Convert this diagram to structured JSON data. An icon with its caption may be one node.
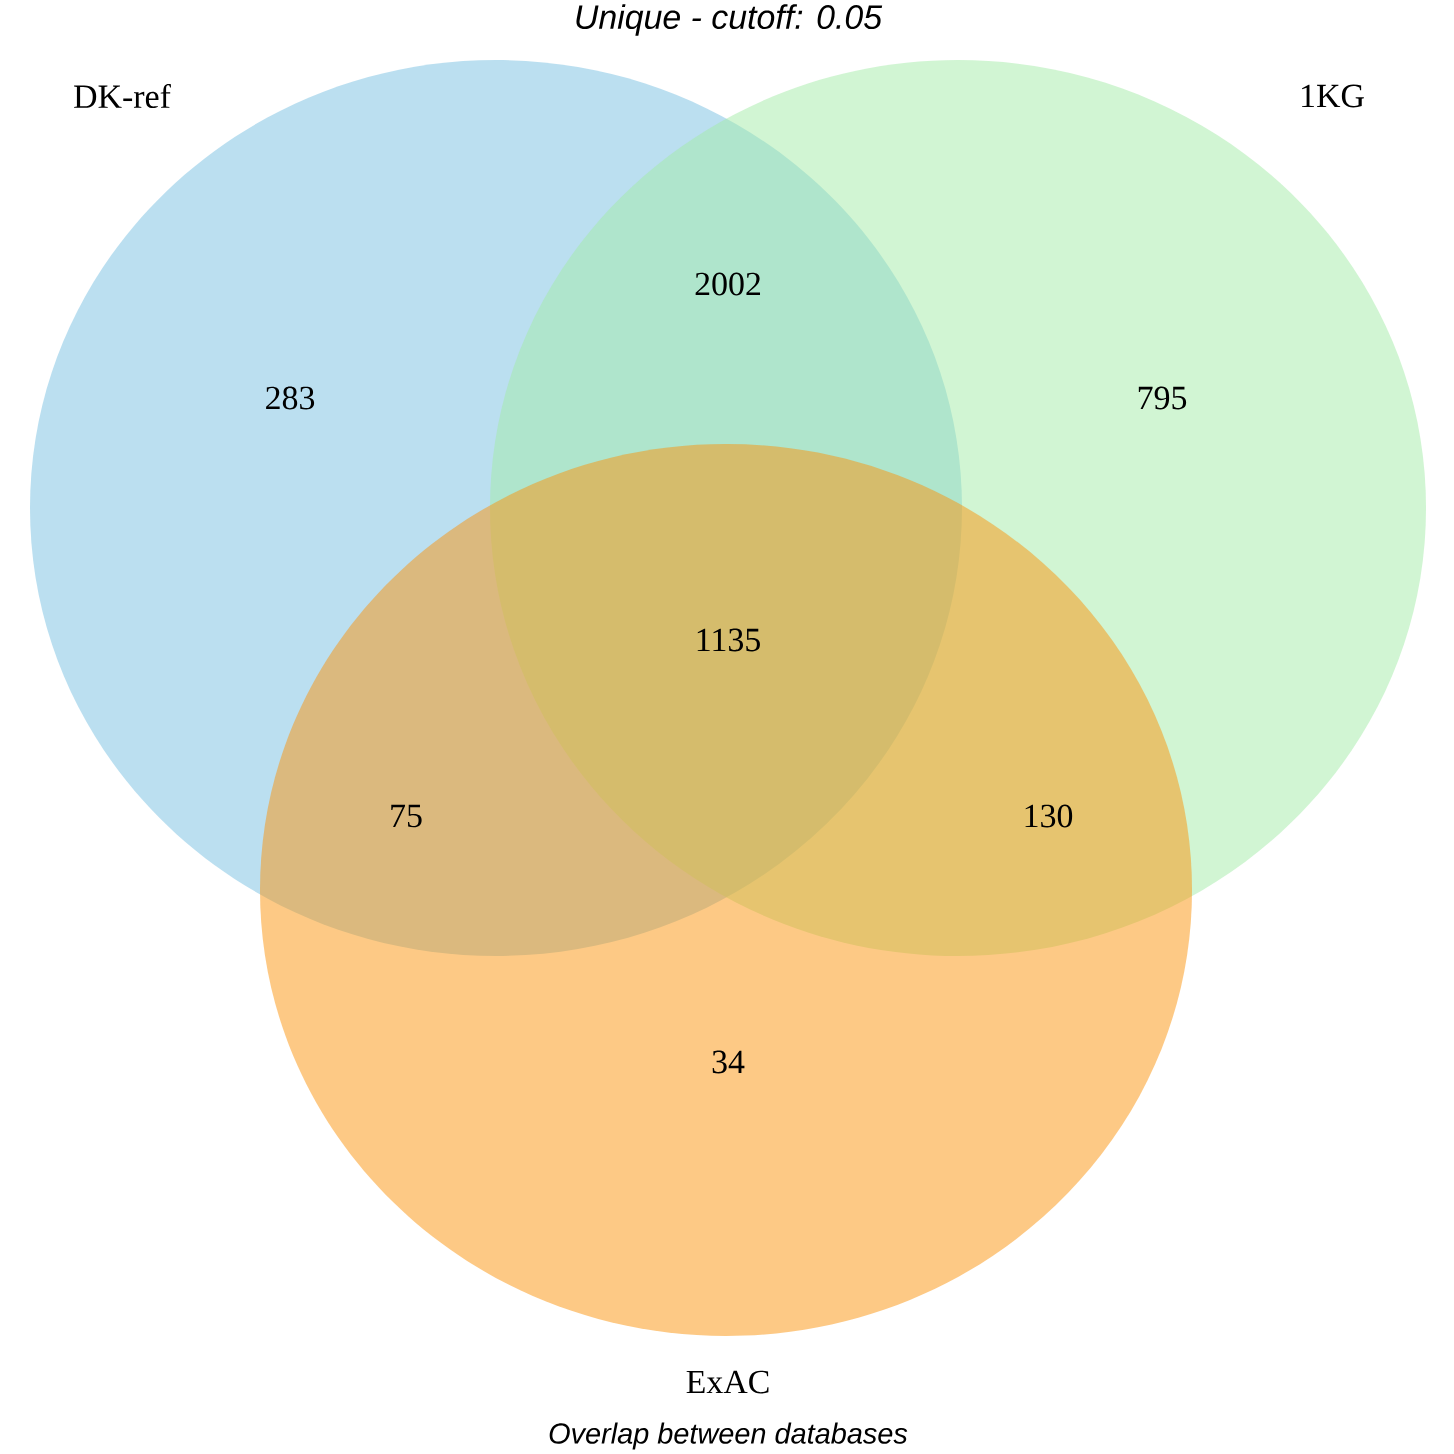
{
  "diagram": {
    "title": "Unique - cutoff: 0.05",
    "caption": "Overlap between databases",
    "nodes": [
      {
        "text": [
          "DK-ref"
        ]
      },
      {
        "text": [
          "1KG"
        ]
      },
      {
        "text": [
          "ExAC"
        ]
      }
    ],
    "labels": [
      "2002",
      "283",
      "795",
      "1135",
      "75",
      "130",
      "34"
    ]
  }
}
